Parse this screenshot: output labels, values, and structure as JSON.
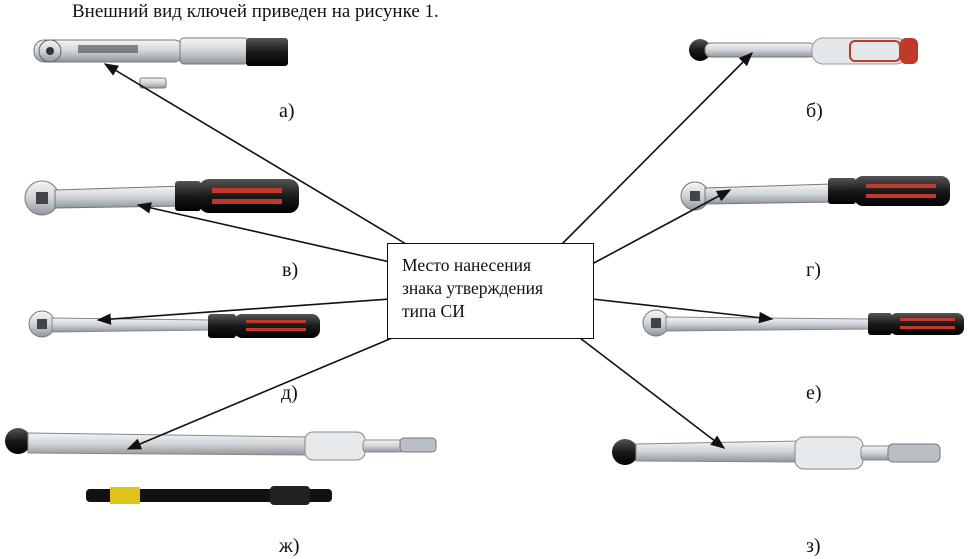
{
  "caption": "Внешний вид ключей приведен на рисунке 1.",
  "callout": {
    "lines": [
      "Место нанесения",
      "знака утверждения",
      "типа СИ"
    ]
  },
  "labels": {
    "a": "а)",
    "b": "б)",
    "v": "в)",
    "g": "г)",
    "d": "д)",
    "e": "е)",
    "zh": "ж)",
    "z": "з)"
  },
  "wrenches": [
    {
      "id": "a",
      "icon": "torque-wrench-compact-icon"
    },
    {
      "id": "b",
      "icon": "torque-wrench-scale-handle-icon"
    },
    {
      "id": "v",
      "icon": "torque-wrench-red-handle-icon"
    },
    {
      "id": "g",
      "icon": "torque-wrench-red-handle-icon"
    },
    {
      "id": "d",
      "icon": "torque-wrench-long-icon"
    },
    {
      "id": "e",
      "icon": "torque-wrench-long-icon"
    },
    {
      "id": "zh",
      "icon": "torque-wrench-extra-long-icon"
    },
    {
      "id": "z",
      "icon": "torque-wrench-large-icon"
    }
  ],
  "colors": {
    "steel": "#d9dde0",
    "steel_dark": "#8a9096",
    "handle_black": "#1c1c1c",
    "handle_red": "#c0392b",
    "arrow": "#111111"
  }
}
